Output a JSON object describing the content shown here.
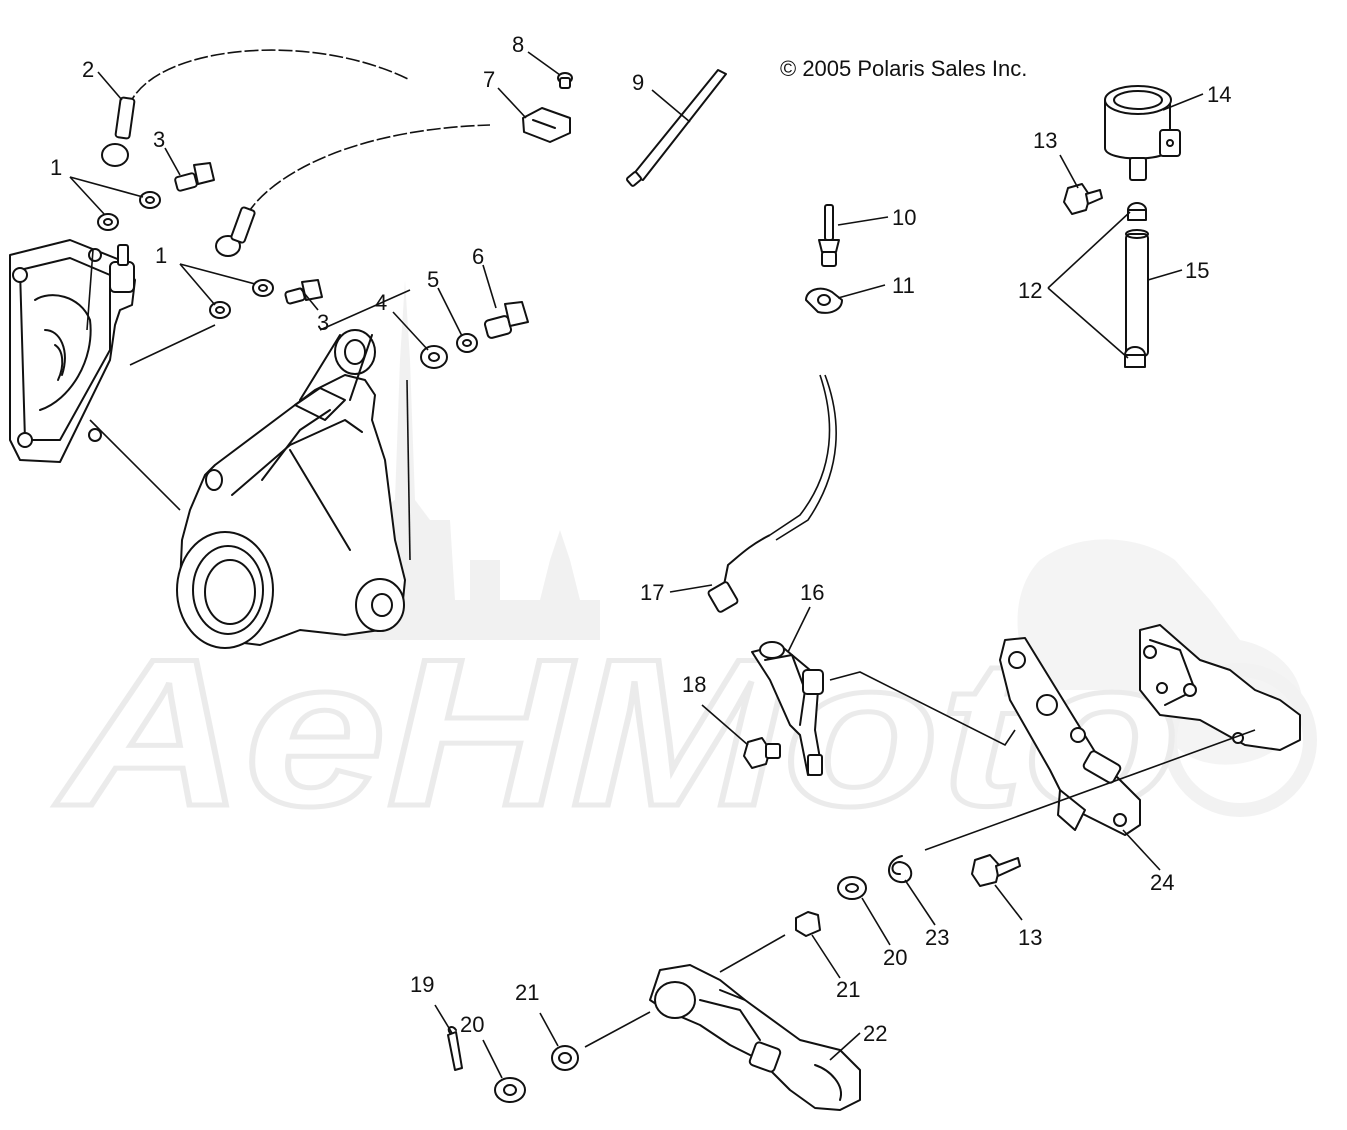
{
  "copyright": "© 2005 Polaris Sales Inc.",
  "watermark": "AeHMoto",
  "callouts": {
    "c1a": "1",
    "c1b": "1",
    "c2": "2",
    "c3a": "3",
    "c3b": "3",
    "c4": "4",
    "c5": "5",
    "c6": "6",
    "c7": "7",
    "c8": "8",
    "c9": "9",
    "c10": "10",
    "c11": "11",
    "c12": "12",
    "c13a": "13",
    "c13b": "13",
    "c14": "14",
    "c15": "15",
    "c16": "16",
    "c17": "17",
    "c18": "18",
    "c19": "19",
    "c20a": "20",
    "c20b": "20",
    "c21a": "21",
    "c21b": "21",
    "c22": "22",
    "c23": "23",
    "c24": "24"
  }
}
